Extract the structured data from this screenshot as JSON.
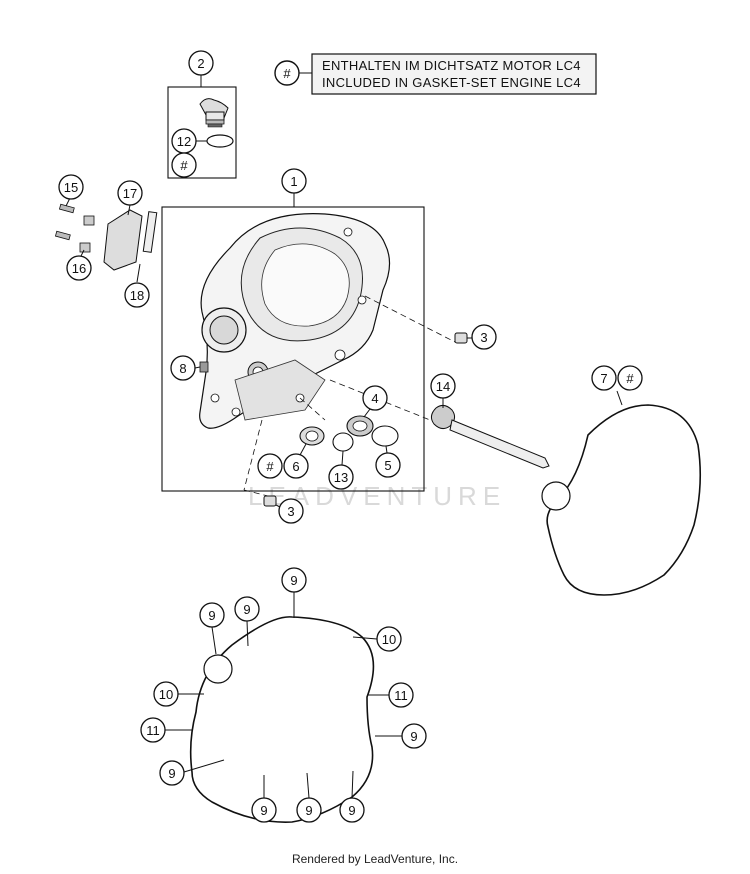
{
  "note": {
    "symbol": "#",
    "line1": "ENTHALTEN IM DICHTSATZ MOTOR LC4",
    "line2": "INCLUDED IN GASKET-SET ENGINE LC4"
  },
  "callouts": {
    "c1": "1",
    "c2": "2",
    "c3a": "3",
    "c3b": "3",
    "c4": "4",
    "c5": "5",
    "c6": "6",
    "c7": "7",
    "c7hash": "#",
    "c8": "8",
    "c12": "12",
    "c12hash": "#",
    "c13": "13",
    "c14": "14",
    "c15": "15",
    "c16": "16",
    "c17": "17",
    "c18": "18",
    "c6hash": "#",
    "g9a": "9",
    "g9b": "9",
    "g9c": "9",
    "g9d": "9",
    "g9e": "9",
    "g9f": "9",
    "g9g": "9",
    "g9h": "9",
    "g10a": "10",
    "g10b": "10",
    "g11a": "11",
    "g11b": "11"
  },
  "watermark": "LEADVENTURE",
  "footer": "Rendered by LeadVenture, Inc."
}
